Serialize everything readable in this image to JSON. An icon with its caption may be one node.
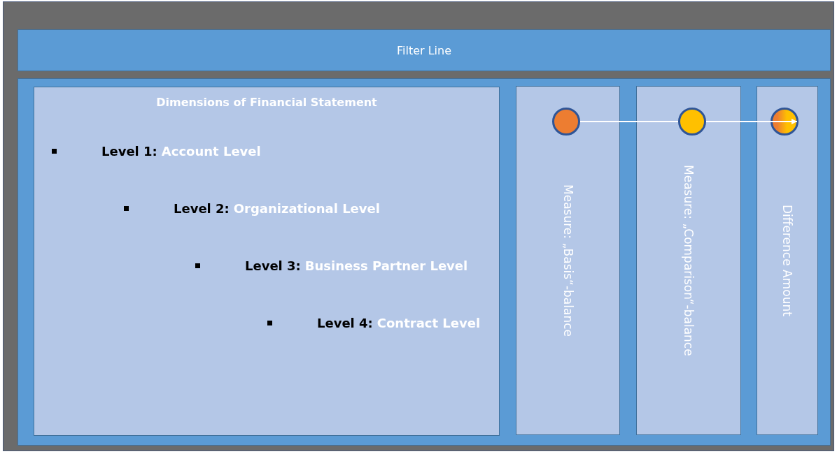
{
  "diagram": {
    "nodes": [
      {
        "text": [
          "Filter Line"
        ]
      },
      {
        "text": [],
        "shape": "box"
      },
      {
        "text": [
          "Dimensions of Financial Statement"
        ],
        "in": 1
      },
      {
        "text": [
          "Measure: „Basis“-balance"
        ],
        "in": 1
      },
      {
        "text": [
          "Measure: „Comparison“-balance"
        ],
        "in": 1
      },
      {
        "text": [
          "Difference Amount"
        ],
        "in": 1
      },
      {
        "text": [],
        "shape": "circle",
        "in": 3
      },
      {
        "text": [],
        "shape": "circle",
        "in": 4
      },
      {
        "text": [],
        "shape": "circle",
        "in": 5
      }
    ],
    "edges": [
      {
        "from": 6,
        "to": 7,
        "arrow": "none"
      },
      {
        "from": 7,
        "to": 8,
        "arrow": "to"
      }
    ],
    "labels": [
      "Level 1:",
      "Account Level",
      "Level 2:",
      "Organizational Level",
      "Level 3:",
      "Business Partner Level",
      "Level 4:",
      "Contract Level"
    ]
  }
}
